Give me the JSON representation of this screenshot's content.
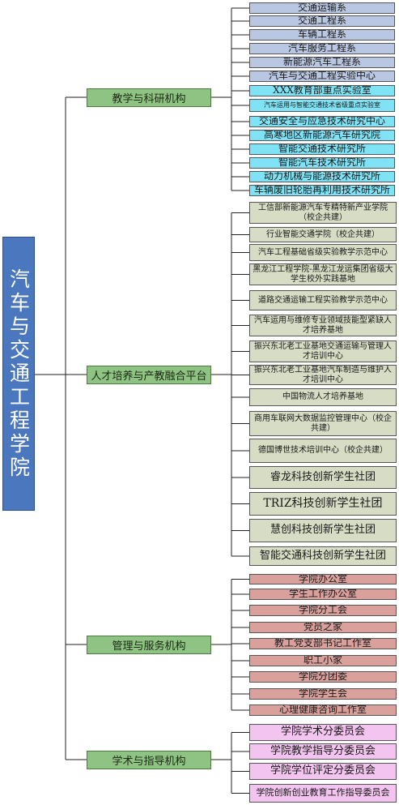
{
  "root": {
    "title": "汽车与交通工程学院"
  },
  "categories": [
    {
      "name": "教学与科研机构",
      "groups": [
        {
          "color": "#b9c7e2",
          "items": [
            "交通运输系",
            "交通工程系",
            "车辆工程系",
            "汽车服务工程系",
            "新能源汽车工程系",
            "汽车与交通工程实验中心"
          ]
        },
        {
          "color": "#7fe3f5",
          "items": [
            "XXX教育部重点实验室",
            "汽车运用与智能交通技术省级重点实验室",
            "交通安全与应急技术研究中心",
            "高寒地区新能源汽车研究院",
            "智能交通技术研究所",
            "智能汽车技术研究所",
            "动力机械与能源技术研究所",
            "车辆废旧轮胎再利用技术研究所"
          ]
        }
      ]
    },
    {
      "name": "人才培养与产教融合平台",
      "groups": [
        {
          "color": "#d7dcc5",
          "items": [
            "工信部新能源汽车专精特新产业学院（校企共建）",
            "行业智能交通学院（校企共建）",
            "汽车工程基础省级实验教学示范中心",
            "黑龙江工程学院-黑龙江龙运集团省级大学生校外实践基地",
            "道路交通运输工程实验教学示范中心",
            "汽车运用与维修专业领域技能型紧缺人才培养基地",
            "振兴东北老工业基地交通运输与管理人才培训中心",
            "振兴东北老工业基地汽车制造与维护人才培训中心",
            "中国物流人才培养基地",
            "商用车联网大数据监控管理中心（校企共建）",
            "德国博世技术培训中心（校企共建）",
            "睿龙科技创新学生社团",
            "TRIZ科技创新学生社团",
            "慧创科技创新学生社团",
            "智能交通科技创新学生社团"
          ]
        }
      ]
    },
    {
      "name": "管理与服务机构",
      "groups": [
        {
          "color": "#d9a09c",
          "items": [
            "学院办公室",
            "学生工作办公室",
            "学院分工会",
            "党员之家",
            "教工党支部书记工作室",
            "职工小家",
            "学院分团委",
            "学院学生会",
            "心理健康咨询工作室"
          ]
        }
      ]
    },
    {
      "name": "学术与指导机构",
      "groups": [
        {
          "color": "#f3c4ef",
          "items": [
            "学院学术分委员会",
            "学院教学指导分委员会",
            "学院学位评定分委员会",
            "学院创新创业教育工作指导委员会"
          ]
        }
      ]
    }
  ]
}
